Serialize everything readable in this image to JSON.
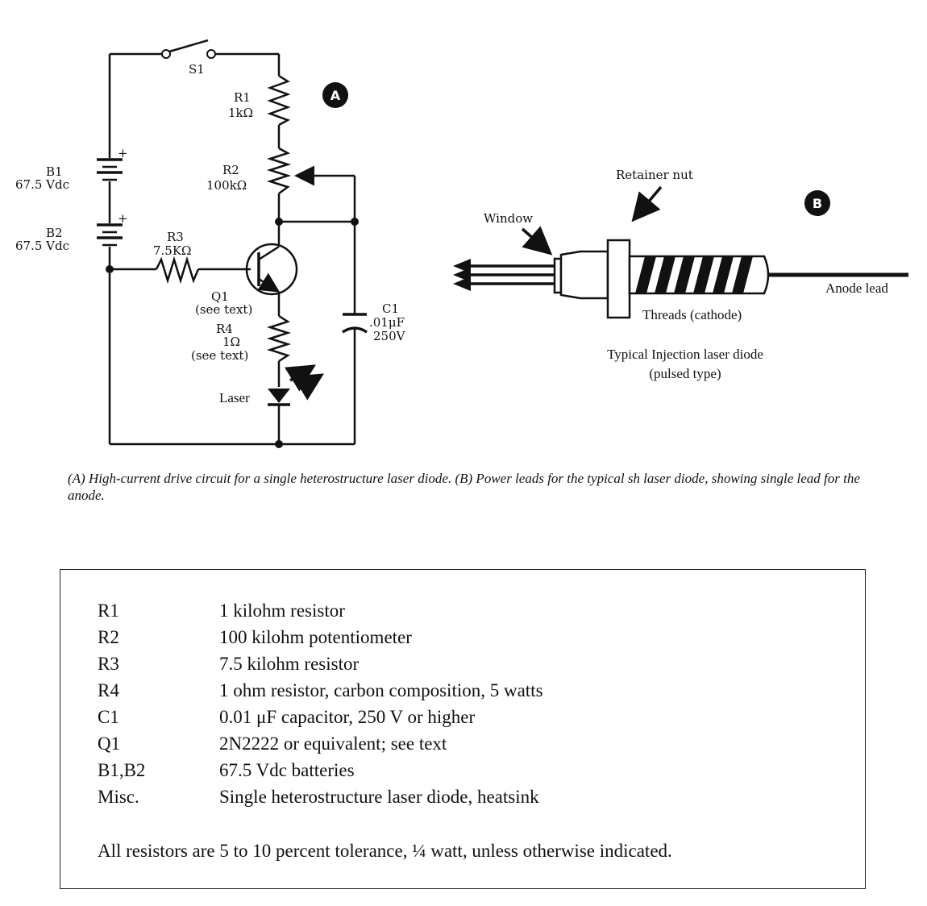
{
  "figure": {
    "panel_a": {
      "badge": "A",
      "labels": {
        "s1": "S1",
        "r1_name": "R1",
        "r1_value": "1kΩ",
        "r2_name": "R2",
        "r2_value": "100kΩ",
        "r3_name": "R3",
        "r3_value": "7.5KΩ",
        "b1_name": "B1",
        "b1_value": "67.5 Vdc",
        "b2_name": "B2",
        "b2_value": "67.5 Vdc",
        "plus": "+",
        "q1_name": "Q1",
        "q1_note": "(see text)",
        "r4_name": "R4",
        "r4_value": "1Ω",
        "r4_note": "(see text)",
        "laser": "Laser",
        "c1_name": "C1",
        "c1_value": ".01μF",
        "c1_voltage": "250V"
      }
    },
    "panel_b": {
      "badge": "B",
      "labels": {
        "retainer_nut": "Retainer nut",
        "window": "Window",
        "threads": "Threads (cathode)",
        "anode_lead": "Anode lead",
        "caption_line1": "Typical Injection laser diode",
        "caption_line2": "(pulsed type)"
      }
    },
    "caption": "(A) High-current drive circuit for a single heterostructure laser diode. (B) Power leads for the typical sh laser diode, showing single lead for the anode."
  },
  "parts_list": {
    "items": [
      {
        "ref": "R1",
        "desc": "1 kilohm resistor"
      },
      {
        "ref": "R2",
        "desc": "100 kilohm potentiometer"
      },
      {
        "ref": "R3",
        "desc": "7.5 kilohm resistor"
      },
      {
        "ref": "R4",
        "desc": "1 ohm resistor, carbon composition, 5 watts"
      },
      {
        "ref": "C1",
        "desc": "0.01 μF capacitor, 250 V or higher"
      },
      {
        "ref": "Q1",
        "desc": "2N2222 or equivalent; see text"
      },
      {
        "ref": "B1,B2",
        "desc": "67.5 Vdc batteries"
      },
      {
        "ref": "Misc.",
        "desc": "Single heterostructure laser diode, heatsink"
      }
    ],
    "note": "All resistors are 5 to 10 percent tolerance, ¼ watt, unless otherwise indicated."
  }
}
